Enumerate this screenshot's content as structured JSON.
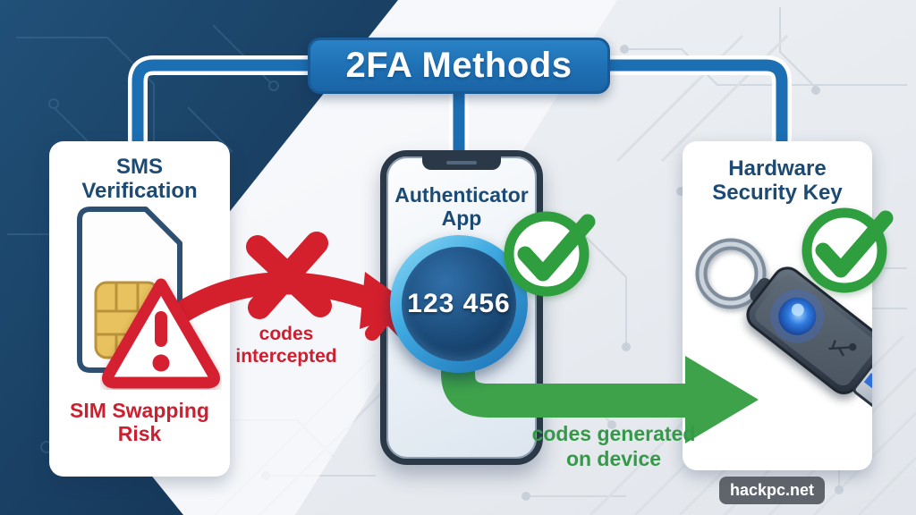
{
  "title": "2FA Methods",
  "watermark": "hackpc.net",
  "methods": {
    "sms": {
      "name": "SMS Verification",
      "risk_label": "SIM Swapping Risk",
      "status": "risky",
      "icons": [
        "sim-card-icon",
        "warning-triangle-icon"
      ]
    },
    "authenticator": {
      "name": "Authenticator App",
      "code": "123 456",
      "status": "secure",
      "icons": [
        "smartphone-icon",
        "check-circle-icon"
      ]
    },
    "hardware_key": {
      "name": "Hardware Security Key",
      "status": "secure",
      "icons": [
        "usb-security-key-icon",
        "check-circle-icon"
      ]
    }
  },
  "flows": {
    "sms_to_app": {
      "label": "codes intercepted",
      "style": "blocked-red-arrow"
    },
    "app_to_key": {
      "label": "codes generated on device",
      "style": "green-arrow"
    }
  },
  "colors": {
    "title_bg": "#1E6FB3",
    "navy_panel": "#1B4266",
    "danger_red": "#D42030",
    "success_green": "#3AA24B",
    "heading_navy": "#1C4A72",
    "code_ring_blue": "#49B8EA"
  }
}
